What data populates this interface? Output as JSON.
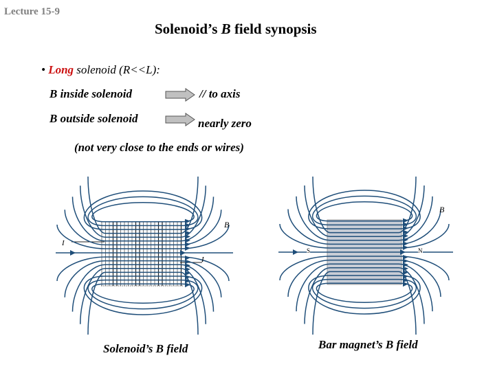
{
  "header": {
    "lecture": "Lecture 15-9",
    "title_pre": "Solenoid’s ",
    "title_b": "B",
    "title_post": " field synopsis"
  },
  "bullet": {
    "symbol": "•",
    "emph": "Long",
    "rest": " solenoid (R<<L):"
  },
  "rows": [
    {
      "left": "B inside solenoid",
      "right": "// to axis"
    },
    {
      "left": "B outside solenoid",
      "right": "nearly zero"
    }
  ],
  "note": "(not very close to the ends or wires)",
  "figures": {
    "solenoid": {
      "caption": "Solenoid’s B field",
      "label_B": "B",
      "label_I_left": "I",
      "label_I_right": "I"
    },
    "magnet": {
      "caption": "Bar magnet’s B field",
      "label_B": "B",
      "label_S": "S",
      "label_N": "N"
    }
  },
  "colors": {
    "field_line": "#1f4e79",
    "accent": "#cc1111",
    "magnet_fill": "#c8cdd6",
    "arrow_fill": "#c0c0c0"
  }
}
